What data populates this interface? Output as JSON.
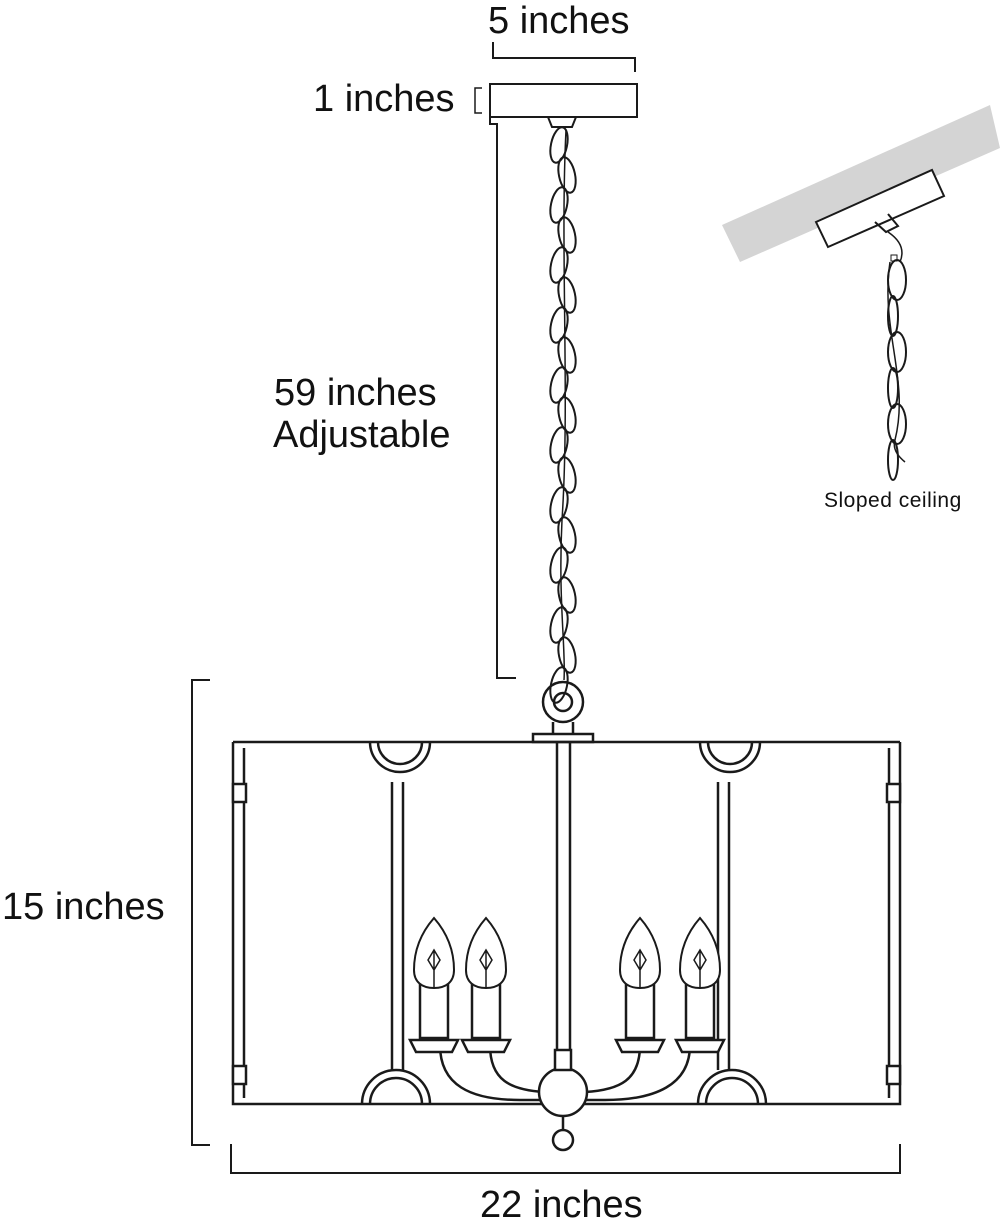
{
  "dimensions": {
    "canopy_width": "5 inches",
    "canopy_height": "1 inches",
    "chain_length_line1": "59 inches",
    "chain_length_line2": "Adjustable",
    "body_height": "15 inches",
    "body_width": "22 inches"
  },
  "inset": {
    "caption": "Sloped ceiling"
  },
  "colors": {
    "line": "#1a1a1a",
    "ceiling_band": "#d4d4d4",
    "canopy_fill": "#ffffff"
  },
  "icons": {
    "bulbs": "candelabra-bulb-icon",
    "chain": "chain-icon"
  }
}
